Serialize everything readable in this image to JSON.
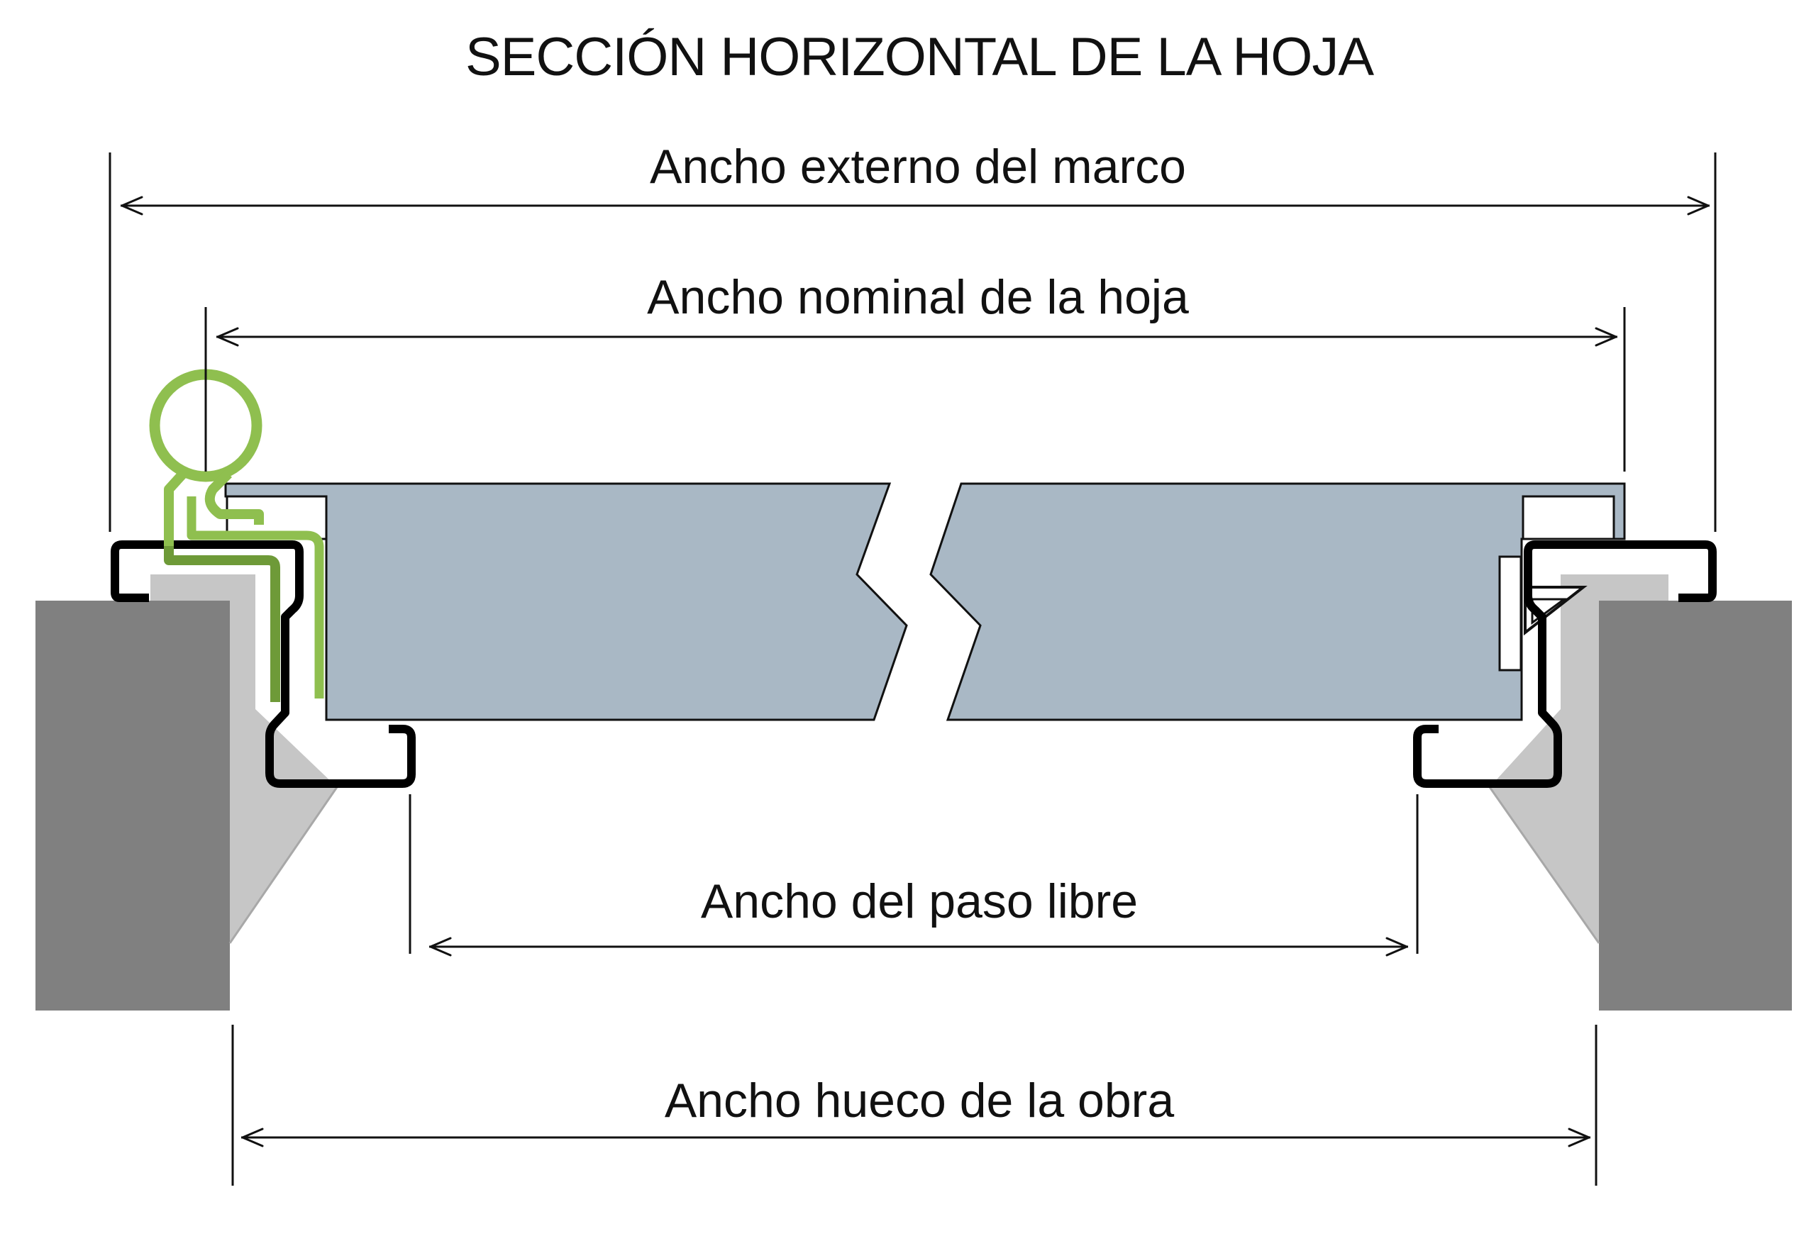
{
  "title": "SECCIÓN HORIZONTAL DE LA HOJA",
  "dimensions": {
    "external_frame_width": "Ancho externo del marco",
    "nominal_leaf_width": "Ancho nominal de la hoja",
    "clear_passage_width": "Ancho del paso libre",
    "wall_opening_width": "Ancho hueco de la obra"
  },
  "colors": {
    "wall": "#808080",
    "frame_fill": "#c6c6c6",
    "frame_outline": "#000000",
    "leaf": "#a9b8c5",
    "hinge": "#8fbf4f",
    "hinge_shadow": "#6e9a38"
  },
  "icons": {
    "hinge": "hinge-icon",
    "lock": "lock-latch-icon"
  }
}
